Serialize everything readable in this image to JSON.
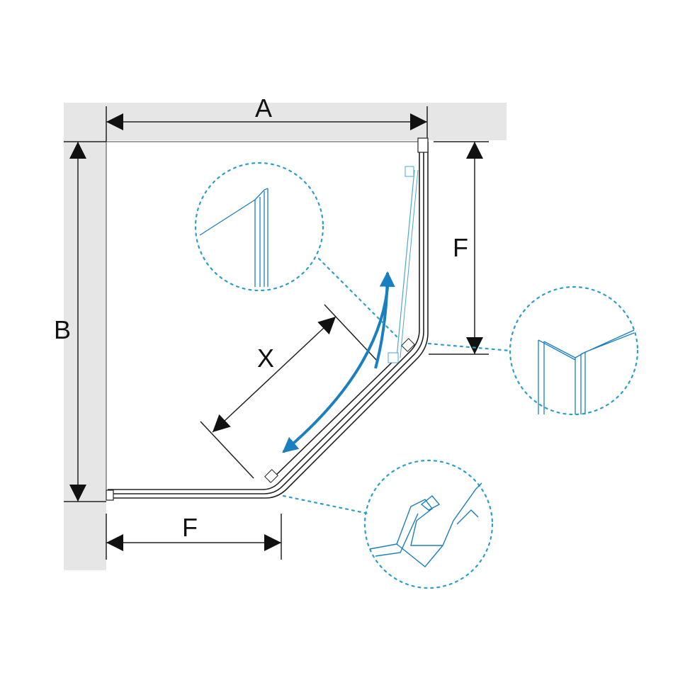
{
  "labels": {
    "width": "A",
    "depth": "B",
    "side_top": "F",
    "side_bottom": "F",
    "door": "X"
  },
  "colors": {
    "wall": "#e6e6e6",
    "accent": "#1a7fc0",
    "detail": "#2a9fc9"
  }
}
